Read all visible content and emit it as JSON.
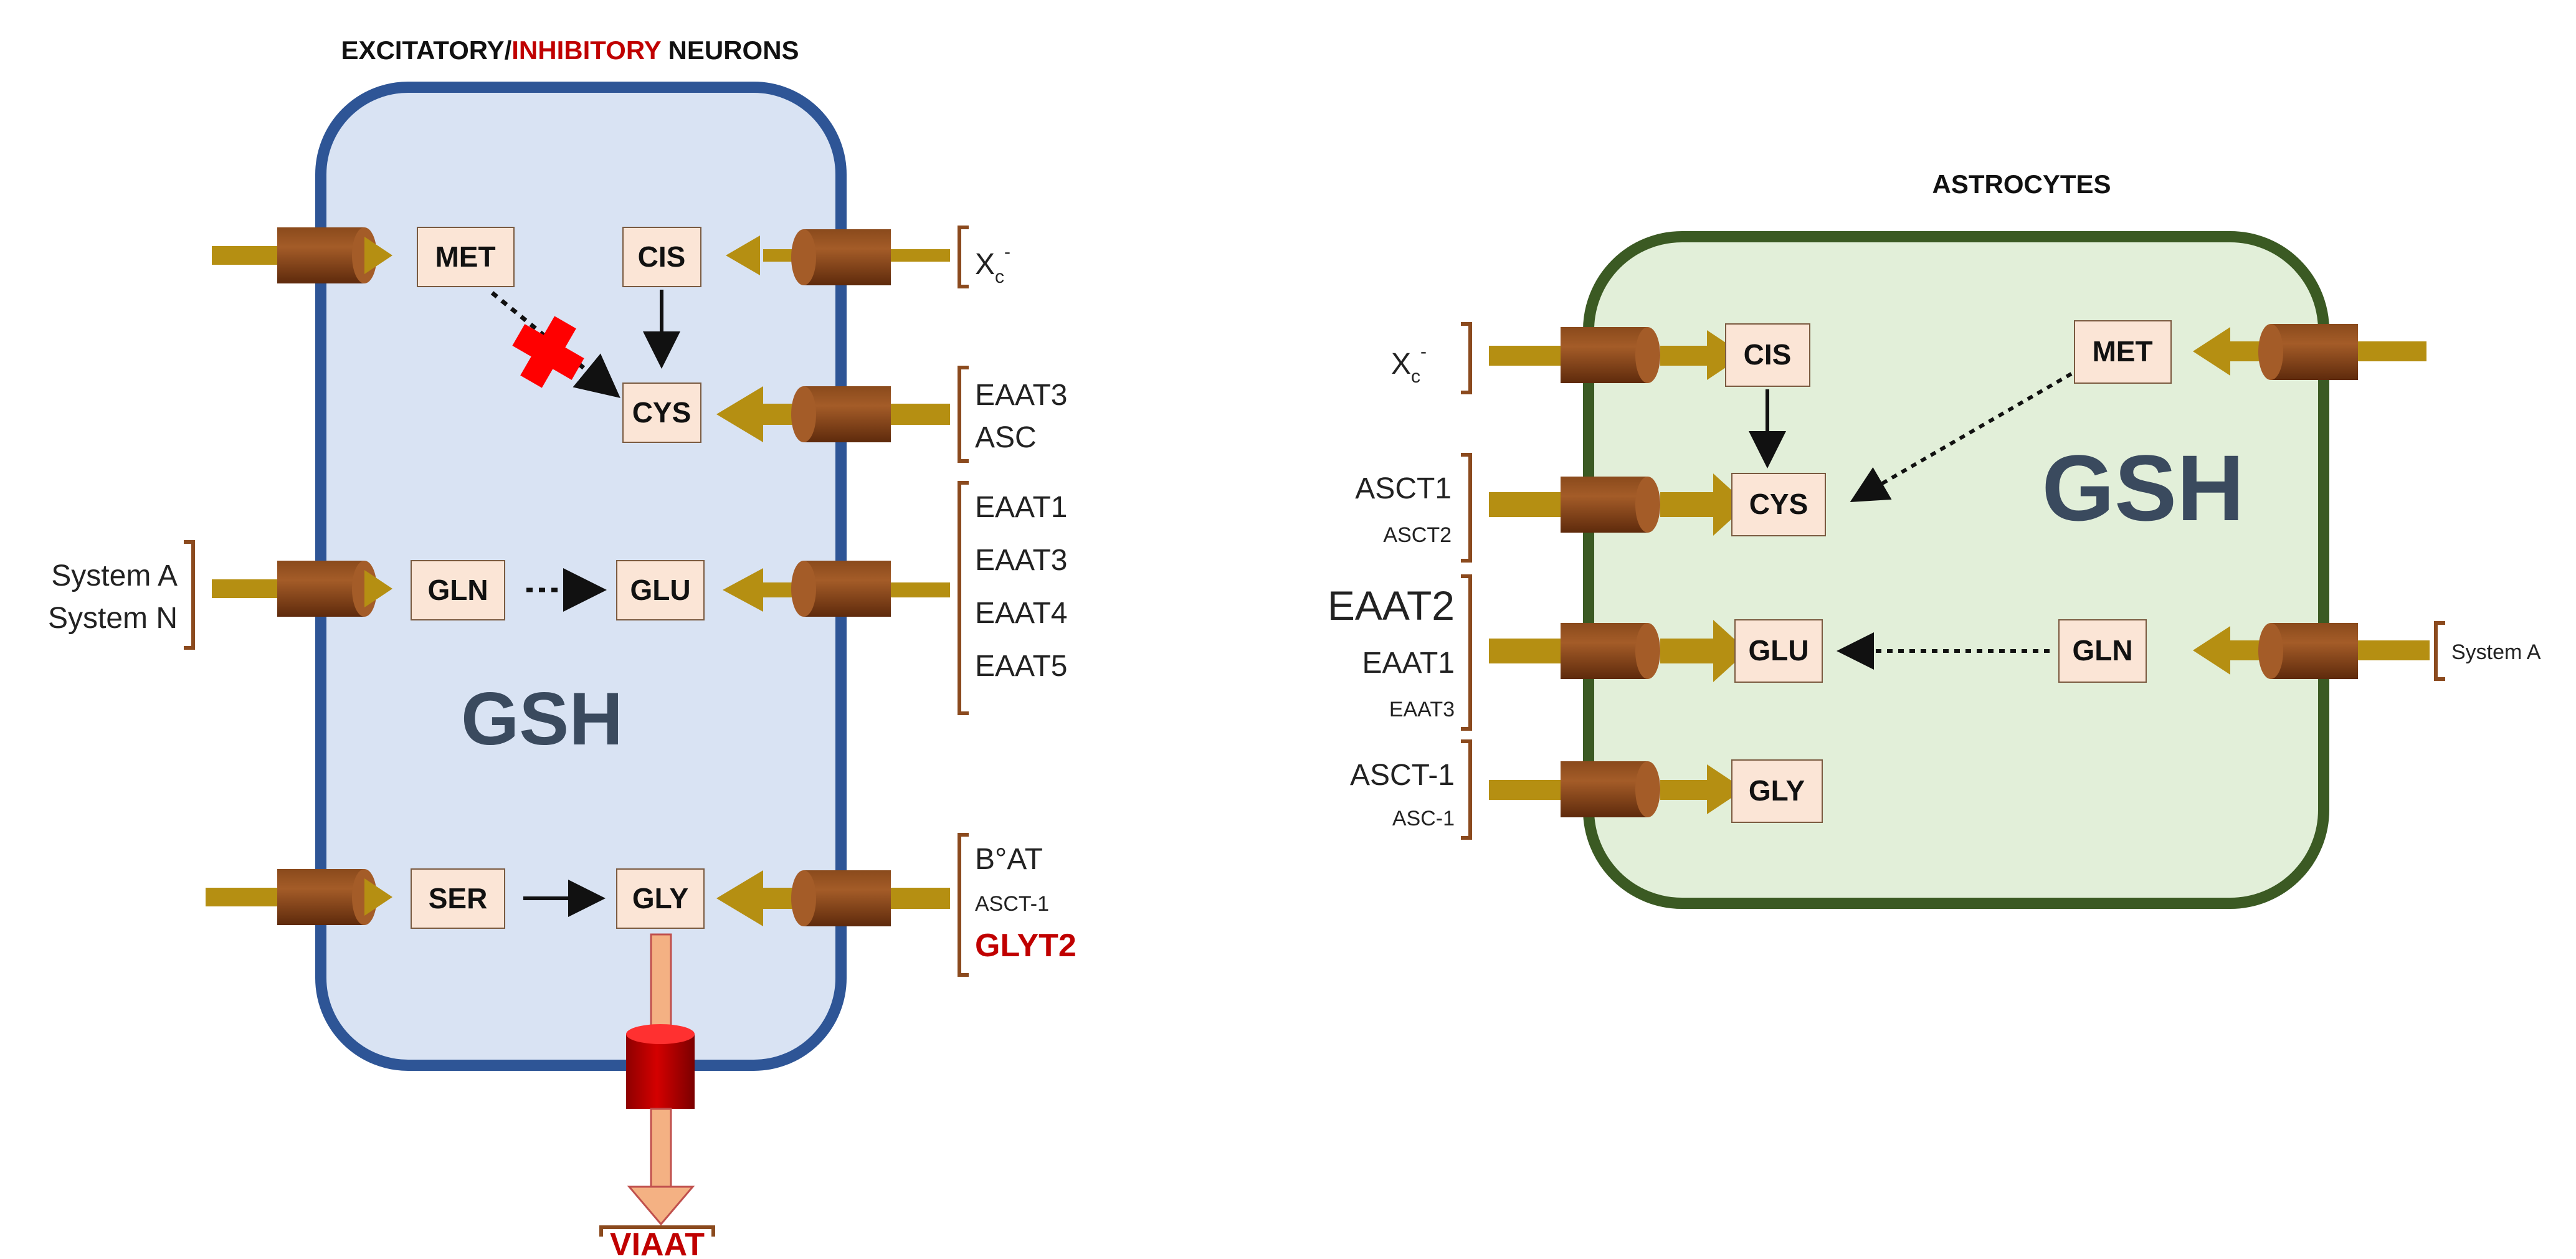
{
  "neurons": {
    "title_part1": "EXCITATORY/",
    "title_part2": "INHIBITORY",
    "title_part3": " NEURONS",
    "gsh": "GSH",
    "boxes": {
      "met": "MET",
      "cis": "CIS",
      "cys": "CYS",
      "gln": "GLN",
      "glu": "GLU",
      "ser": "SER",
      "gly": "GLY"
    },
    "xc_main": "X",
    "xc_sub": "c",
    "xc_sup": "-",
    "cys_transporters": [
      "EAAT3",
      "ASC"
    ],
    "gln_transporters": [
      "System A",
      "System N"
    ],
    "glu_transporters": [
      "EAAT1",
      "EAAT3",
      "EAAT4",
      "EAAT5"
    ],
    "gly_transporters": [
      "B°AT",
      "ASCT-1",
      "GLYT2"
    ],
    "viaat": "VIAAT"
  },
  "astrocytes": {
    "title": "ASTROCYTES",
    "gsh": "GSH",
    "boxes": {
      "cis": "CIS",
      "met": "MET",
      "cys": "CYS",
      "glu": "GLU",
      "gln": "GLN",
      "gly": "GLY"
    },
    "xc_main": "X",
    "xc_sub": "c",
    "xc_sup": "-",
    "cys_transporters": [
      "ASCT1",
      "ASCT2"
    ],
    "glu_transporters": [
      "EAAT2",
      "EAAT1",
      "EAAT3"
    ],
    "gly_transporters": [
      "ASCT-1",
      "ASC-1"
    ],
    "gln_transporter": "System A"
  },
  "colors": {
    "neuron_fill": "#d9e3f3",
    "neuron_border": "#2e5596",
    "astro_fill": "#e2efd9",
    "astro_border": "#3b5a23",
    "box_fill": "#fbe5d6",
    "arrow_olive": "#b58f12",
    "cylinder_brown": "#7a3b14",
    "bracket_brown": "#8b4a1e",
    "vesicular_red": "#c00000",
    "vesicular_arrow": "#f4b183",
    "block_red": "#ff0000"
  }
}
